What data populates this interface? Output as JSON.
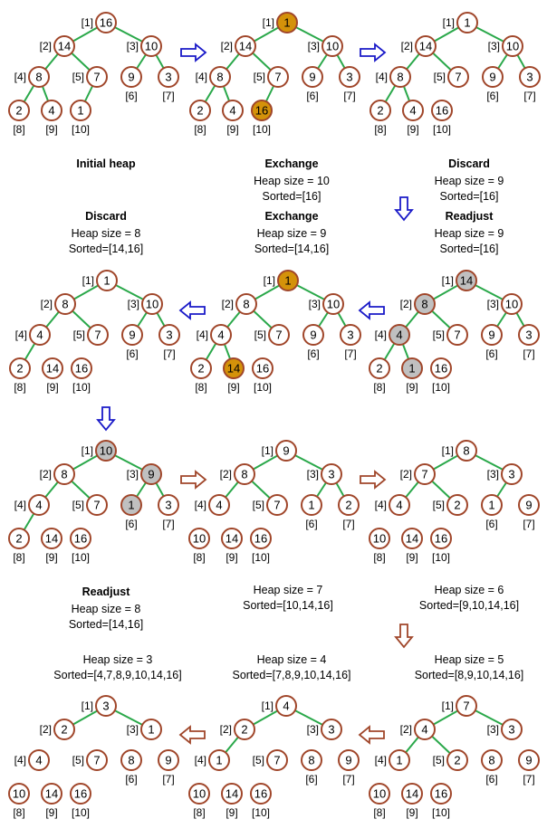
{
  "colors": {
    "node_stroke": "#a0462a",
    "edge": "#2aa84a",
    "exchange_fill": "#d4920a",
    "readjust_fill": "#c0c0c0",
    "arrow_blue": "#1a1ac8",
    "arrow_brown": "#a0462a"
  },
  "arrow_icons": [
    "right-arrow-icon",
    "down-arrow-icon",
    "left-arrow-icon"
  ],
  "panels": [
    {
      "id": "p1",
      "values": [
        "16",
        "14",
        "10",
        "8",
        "7",
        "9",
        "3",
        "2",
        "4",
        "1"
      ],
      "heap_size": 10,
      "highlight": {},
      "title": "Initial heap",
      "lines": []
    },
    {
      "id": "p2",
      "values": [
        "1",
        "14",
        "10",
        "8",
        "7",
        "9",
        "3",
        "2",
        "4",
        "16"
      ],
      "heap_size": 10,
      "highlight": {
        "1": "exchange",
        "10": "exchange"
      },
      "title": "Exchange",
      "lines": [
        "Heap size = 10",
        "Sorted=[16]"
      ]
    },
    {
      "id": "p3",
      "values": [
        "1",
        "14",
        "10",
        "8",
        "7",
        "9",
        "3",
        "2",
        "4",
        "16"
      ],
      "heap_size": 9,
      "highlight": {},
      "title": "Discard",
      "lines": [
        "Heap size = 9",
        "Sorted=[16]"
      ]
    },
    {
      "id": "p4",
      "values": [
        "1",
        "8",
        "10",
        "4",
        "7",
        "9",
        "3",
        "2",
        "14",
        "16"
      ],
      "heap_size": 8,
      "highlight": {},
      "title": "Discard",
      "lines": [
        "Heap size = 8",
        "Sorted=[14,16]"
      ]
    },
    {
      "id": "p5",
      "values": [
        "1",
        "8",
        "10",
        "4",
        "7",
        "9",
        "3",
        "2",
        "14",
        "16"
      ],
      "heap_size": 9,
      "highlight": {
        "1": "exchange",
        "9": "exchange"
      },
      "title": "Exchange",
      "lines": [
        "Heap size = 9",
        "Sorted=[14,16]"
      ]
    },
    {
      "id": "p6",
      "values": [
        "14",
        "8",
        "10",
        "4",
        "7",
        "9",
        "3",
        "2",
        "1",
        "16"
      ],
      "heap_size": 9,
      "highlight": {
        "1": "readjust",
        "2": "readjust",
        "4": "readjust",
        "9": "readjust"
      },
      "title": "Readjust",
      "lines": [
        "Heap size = 9",
        "Sorted=[16]"
      ]
    },
    {
      "id": "p7",
      "values": [
        "10",
        "8",
        "9",
        "4",
        "7",
        "1",
        "3",
        "2",
        "14",
        "16"
      ],
      "heap_size": 8,
      "highlight": {
        "1": "readjust",
        "3": "readjust",
        "6": "readjust"
      },
      "title": "Readjust",
      "lines": [
        "Heap size = 8",
        "Sorted=[14,16]"
      ]
    },
    {
      "id": "p8",
      "values": [
        "9",
        "8",
        "3",
        "4",
        "7",
        "1",
        "2",
        "10",
        "14",
        "16"
      ],
      "heap_size": 7,
      "highlight": {},
      "title": "",
      "lines": [
        "Heap size = 7",
        "Sorted=[10,14,16]"
      ]
    },
    {
      "id": "p9",
      "values": [
        "8",
        "7",
        "3",
        "4",
        "2",
        "1",
        "9",
        "10",
        "14",
        "16"
      ],
      "heap_size": 6,
      "highlight": {},
      "title": "",
      "lines": [
        "Heap size = 6",
        "Sorted=[9,10,14,16]"
      ]
    },
    {
      "id": "p10",
      "values": [
        "3",
        "2",
        "1",
        "4",
        "7",
        "8",
        "9",
        "10",
        "14",
        "16"
      ],
      "heap_size": 3,
      "highlight": {},
      "title": "",
      "lines": [
        "Heap size = 3",
        "Sorted=[4,7,8,9,10,14,16]"
      ]
    },
    {
      "id": "p11",
      "values": [
        "4",
        "2",
        "3",
        "1",
        "7",
        "8",
        "9",
        "10",
        "14",
        "16"
      ],
      "heap_size": 4,
      "highlight": {},
      "title": "",
      "lines": [
        "Heap size = 4",
        "Sorted=[7,8,9,10,14,16]"
      ]
    },
    {
      "id": "p12",
      "values": [
        "7",
        "4",
        "3",
        "1",
        "2",
        "8",
        "9",
        "10",
        "14",
        "16"
      ],
      "heap_size": 5,
      "highlight": {},
      "title": "",
      "lines": [
        "Heap size = 5",
        "Sorted=[8,9,10,14,16]"
      ]
    }
  ]
}
